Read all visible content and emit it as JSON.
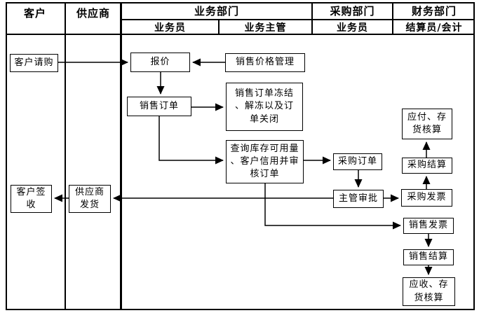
{
  "diagram": {
    "type": "swimlane-flowchart",
    "colors": {
      "line": "#000000",
      "background": "#ffffff",
      "text": "#000000"
    },
    "lanes": {
      "customer": "客户",
      "supplier": "供应商",
      "business": "业务部门",
      "purchasing": "采购部门",
      "finance": "财务部门",
      "business_sub1": "业务员",
      "business_sub2": "业务主管",
      "purchasing_sub": "业务员",
      "finance_sub": "结算员/会计"
    },
    "nodes": {
      "customer_request": "客户请购",
      "quotation": "报价",
      "sales_price_mgmt": "销售价格管理",
      "sales_order": "销售订单",
      "sales_order_freeze": "销售订单冻结\n、解冻以及订\n单关闭",
      "check_inventory": "查询库存可用量\n、客户信用并审\n核订单",
      "purchase_order": "采购订单",
      "supervisor_approval": "主管审批",
      "purchase_invoice": "采购发票",
      "purchase_settlement": "采购结算",
      "payable_inventory": "应付、存\n货核算",
      "sales_invoice": "销售发票",
      "sales_settlement": "销售结算",
      "receivable_inventory": "应收、存\n货核算",
      "customer_sign": "客户签\n收",
      "supplier_delivery": "供应商\n发货"
    },
    "flows": [
      {
        "from": "customer_request",
        "to": "quotation"
      },
      {
        "from": "sales_price_mgmt",
        "to": "quotation"
      },
      {
        "from": "quotation",
        "to": "sales_order"
      },
      {
        "from": "sales_order",
        "to": "sales_order_freeze"
      },
      {
        "from": "sales_order",
        "to": "check_inventory"
      },
      {
        "from": "check_inventory",
        "to": "purchase_order"
      },
      {
        "from": "purchase_order",
        "to": "supervisor_approval"
      },
      {
        "from": "supervisor_approval",
        "to": "purchase_invoice"
      },
      {
        "from": "purchase_invoice",
        "to": "purchase_settlement"
      },
      {
        "from": "purchase_settlement",
        "to": "payable_inventory"
      },
      {
        "from": "supervisor_approval",
        "to": "supplier_delivery"
      },
      {
        "from": "supplier_delivery",
        "to": "customer_sign"
      },
      {
        "from": "check_inventory",
        "to": "sales_invoice"
      },
      {
        "from": "sales_invoice",
        "to": "sales_settlement"
      },
      {
        "from": "sales_settlement",
        "to": "receivable_inventory"
      }
    ]
  }
}
